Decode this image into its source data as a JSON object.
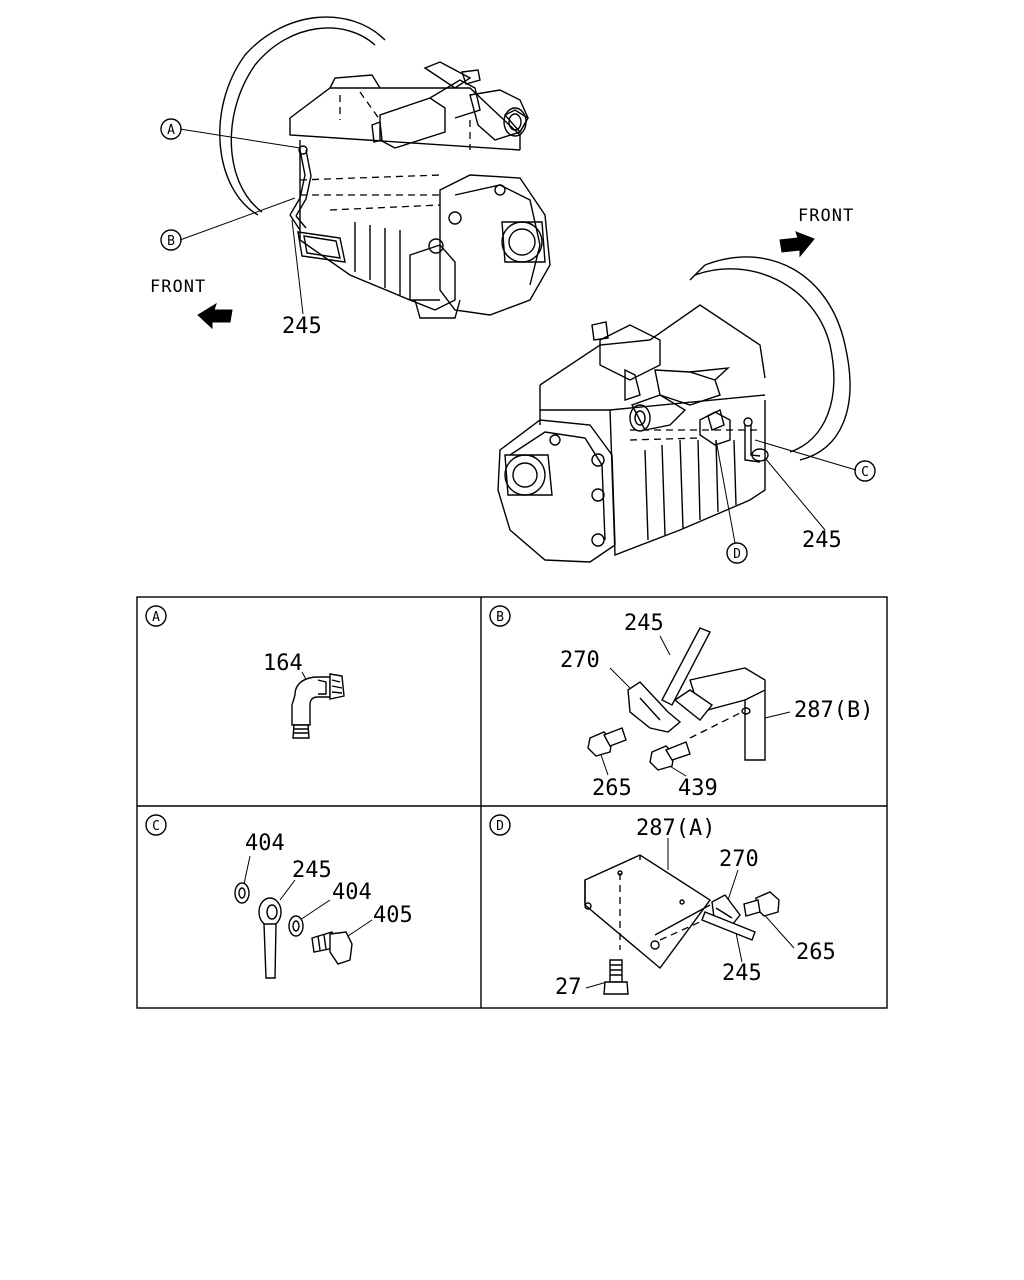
{
  "callouts": {
    "A": "A",
    "B": "B",
    "C": "C",
    "D": "D"
  },
  "front_label": "FRONT",
  "overview": {
    "left_part": "245",
    "right_part": "245"
  },
  "panel_a": {
    "circle": "A",
    "part_164": "164"
  },
  "panel_b": {
    "circle": "B",
    "part_245": "245",
    "part_270": "270",
    "part_287b": "287(B)",
    "part_265": "265",
    "part_439": "439"
  },
  "panel_c": {
    "circle": "C",
    "part_404_top": "404",
    "part_245": "245",
    "part_404_mid": "404",
    "part_405": "405"
  },
  "panel_d": {
    "circle": "D",
    "part_287a": "287(A)",
    "part_270": "270",
    "part_265": "265",
    "part_245": "245",
    "part_27": "27"
  }
}
